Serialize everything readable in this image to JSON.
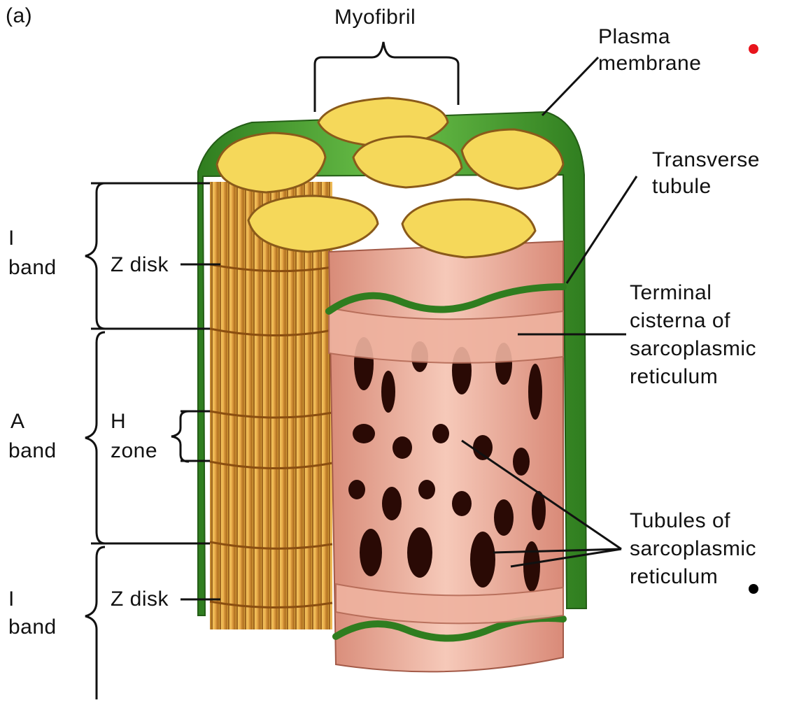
{
  "panel_label": "(a)",
  "labels": {
    "myofibril": "Myofibril",
    "plasma_membrane": [
      "Plasma",
      "membrane"
    ],
    "transverse_tubule": [
      "Transverse",
      "tubule"
    ],
    "terminal_cisterna": [
      "Terminal",
      "cisterna of",
      "sarcoplasmic",
      "reticulum"
    ],
    "tubules_sr": [
      "Tubules of",
      "sarcoplasmic",
      "reticulum"
    ],
    "i_band_top": [
      "I",
      "band"
    ],
    "z_disk_top": "Z disk",
    "a_band": [
      "A",
      "band"
    ],
    "h_zone": [
      "H",
      "zone"
    ],
    "i_band_bottom": [
      "I",
      "band"
    ],
    "z_disk_bottom": "Z disk"
  },
  "markers": {
    "red": "#e8141c",
    "black": "#000000"
  },
  "colors": {
    "membrane_green": "#4aa832",
    "myofibril_yellow": "#f5d85a",
    "fibril_stripe": "#d9a040",
    "sr_pink": "#f0b8a8"
  }
}
